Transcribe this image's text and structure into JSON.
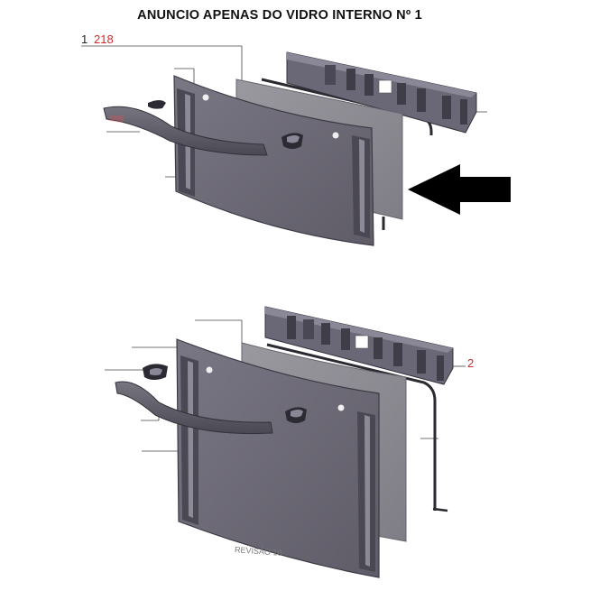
{
  "title": "ANUNCIO APENAS DO VIDRO INTERNO Nº 1",
  "callouts": {
    "top_index": "1",
    "top_code": "218",
    "bottom_code": "2",
    "partial_label": "REVISÃO 10"
  },
  "colors": {
    "panel_outer": "#6f6c78",
    "panel_outer_edge": "#3c3a44",
    "glass_inner": "#8d8b92",
    "glass_back": "#a8a6ac",
    "handle": "#62606b",
    "handle_dark": "#3d3b45",
    "bracket": "#6a6777",
    "arrow": "#000000",
    "code_red": "#d0282b"
  },
  "icons": {
    "pointer": "arrow-left-icon"
  }
}
